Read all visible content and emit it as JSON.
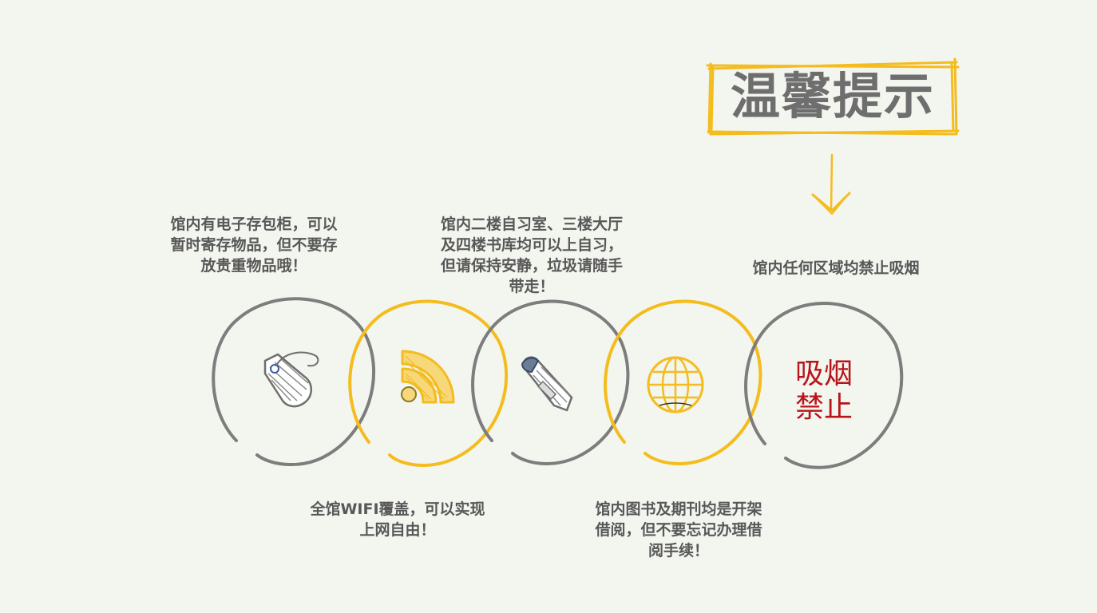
{
  "header": {
    "title": "温馨提示"
  },
  "tips": [
    {
      "id": "storage",
      "lines": [
        "馆内有电子存包柜，可以",
        "暂时寄存物品，但不要存",
        "放贵重物品哦！"
      ]
    },
    {
      "id": "wifi",
      "lines": [
        "全馆WIFI覆盖，可以实现",
        "上网自由！"
      ]
    },
    {
      "id": "study",
      "lines": [
        "馆内二楼自习室、三楼大厅",
        "及四楼书库均可以上自习，",
        "但请保持安静，垃圾请随手",
        "带走！"
      ]
    },
    {
      "id": "books",
      "lines": [
        "馆内图书及期刊均是开架",
        "借阅，但不要忘记办理借",
        "阅手续！"
      ]
    },
    {
      "id": "smoking",
      "lines": [
        "馆内任何区域均禁止吸烟"
      ]
    }
  ],
  "badge": {
    "lines": [
      "吸烟",
      "禁止"
    ]
  },
  "icons": [
    "tag-icon",
    "wifi-icon",
    "pen-icon",
    "globe-icon"
  ],
  "colors": {
    "background": "#f3f5ef",
    "yellow": "#f4bc1c",
    "gray": "#7d7d7d",
    "red": "#b8141a",
    "text": "#585858"
  }
}
